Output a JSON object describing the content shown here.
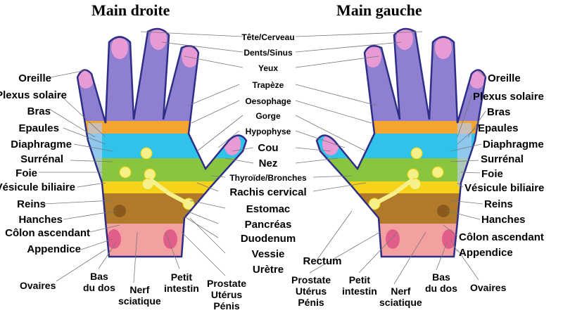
{
  "titles": {
    "right_hand": "Main droite",
    "left_hand": "Main gauche"
  },
  "center_labels": [
    "Tête/Cerveau",
    "Dents/Sinus",
    "Yeux",
    "Trapèze",
    "Oesophage",
    "Gorge",
    "Hypophyse",
    "Cou",
    "Nez",
    "Thyroïde/Bronches",
    "Rachis cervical",
    "Estomac",
    "Pancréas",
    "Duodenum",
    "Vessie",
    "Urètre",
    "Rectum"
  ],
  "left_labels": [
    "Oreille",
    "Plexus solaire",
    "Bras",
    "Epaules",
    "Diaphragme",
    "Surrénal",
    "Foie",
    "Vésicule biliaire",
    "Reins",
    "Hanches",
    "Côlon ascendant",
    "Appendice"
  ],
  "right_labels": [
    "Oreille",
    "Plexus solaire",
    "Bras",
    "Epaules",
    "Diaphragme",
    "Surrénal",
    "Foie",
    "Vésicule biliaire",
    "Reins",
    "Hanches",
    "Côlon ascendant",
    "Appendice"
  ],
  "bottom_left_labels": [
    "Ovaires",
    "Bas\ndu dos",
    "Nerf\nsciatique",
    "Petit\nintestin",
    "Prostate\nUtérus\nPénis"
  ],
  "bottom_right_labels": [
    "Prostate\nUtérus\nPénis",
    "Petit\nintestin",
    "Nerf\nsciatique",
    "Bas\ndu dos",
    "Ovaires"
  ],
  "colors": {
    "finger_purple": "#8e7fd0",
    "fingertip_pink": "#e79ad4",
    "band_orange": "#f4a52e",
    "band_cyan": "#2fc2ea",
    "band_green": "#8ac53f",
    "band_yellow": "#f7d21a",
    "band_brown": "#b07a2a",
    "wrist_pink": "#f3a0a0",
    "outline": "#2e2e88",
    "point_yellow": "#f6f08a"
  }
}
